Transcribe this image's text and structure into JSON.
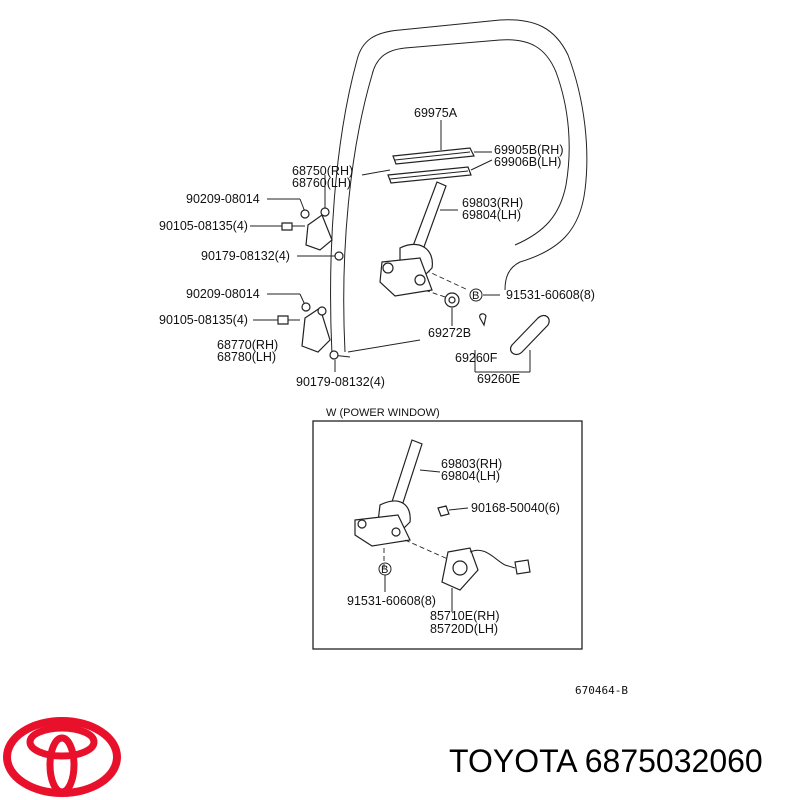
{
  "diagram": {
    "labels": {
      "p69975A": "69975A",
      "p69905B": "69905B(RH)",
      "p69906B": "69906B(LH)",
      "p68750": "68750(RH)",
      "p68760": "68760(LH)",
      "p90209a": "90209-08014",
      "p90105a": "90105-08135(4)",
      "p69803a": "69803(RH)",
      "p69804a": "69804(LH)",
      "p90179a": "90179-08132(4)",
      "p91531a": "91531-60608(8)",
      "p90209b": "90209-08014",
      "p90105b": "90105-08135(4)",
      "p69272B": "69272B",
      "p68770": "68770(RH)",
      "p68780": "68780(LH)",
      "p69260F": "69260F",
      "p90179b": "90179-08132(4)",
      "p69260E": "69260E",
      "b_marker_a": "B",
      "b_marker_b": "B"
    },
    "inset": {
      "title": "W (POWER  WINDOW)",
      "p69803": "69803(RH)",
      "p69804": "69804(LH)",
      "p90168": "90168-50040(6)",
      "p91531": "91531-60608(8)",
      "p85710E": "85710E(RH)",
      "p85720D": "85720D(LH)"
    },
    "figure_code": "670464-B"
  },
  "footer": {
    "brand_part": "TOYOTA 6875032060",
    "logo_color": "#e8102a"
  }
}
